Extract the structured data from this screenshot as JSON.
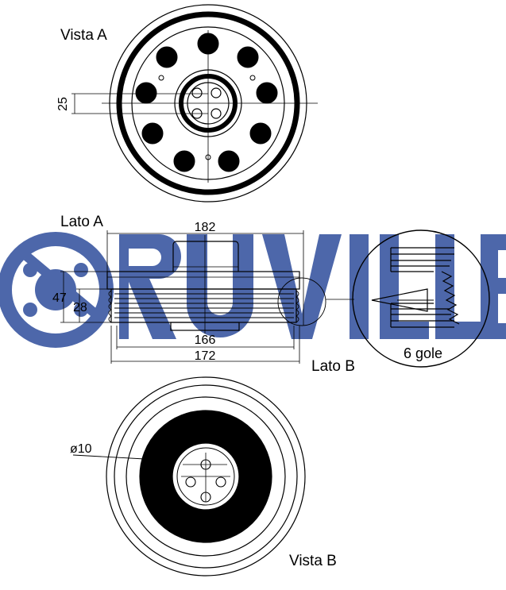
{
  "labels": {
    "vista_a": "Vista A",
    "lato_a": "Lato A",
    "lato_b": "Lato B",
    "vista_b": "Vista B",
    "gole": "6 gole"
  },
  "dimensions": {
    "d25": "25",
    "d182": "182",
    "d47": "47",
    "d28": "28",
    "d166": "166",
    "d172": "172",
    "d10": "ø10"
  },
  "watermark": {
    "text": "RUVILLE",
    "color": "#2e4d9c"
  },
  "colors": {
    "line": "#000000",
    "fill": "#000000",
    "watermark": "#2e4d9c"
  }
}
